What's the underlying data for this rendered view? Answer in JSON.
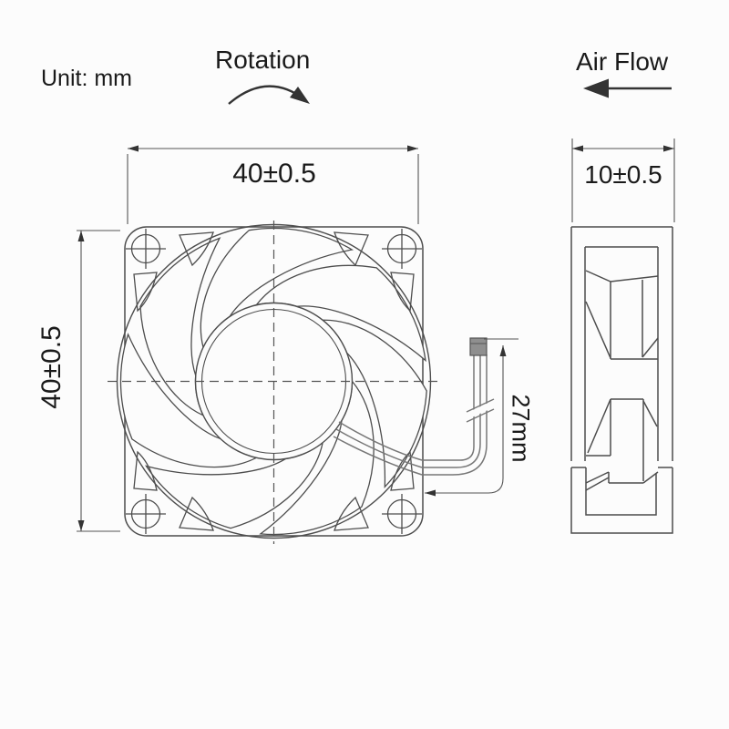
{
  "diagram": {
    "labels": {
      "unit": "Unit: mm",
      "rotation": "Rotation",
      "air_flow": "Air Flow"
    },
    "dimensions": {
      "front_width": "40±0.5",
      "front_height": "40±0.5",
      "side_depth": "10±0.5",
      "wire_length": "27mm"
    },
    "icons": {
      "rotation_arrow": "curved-clockwise-arrow",
      "air_flow_arrow": "left-arrow"
    },
    "colors": {
      "background": "#fcfcfc",
      "line": "#4d4d4d",
      "dimension_line": "#555555",
      "text": "#1a1a1a",
      "wire": "#777777",
      "connector_fill": "#8f8f8f"
    }
  }
}
